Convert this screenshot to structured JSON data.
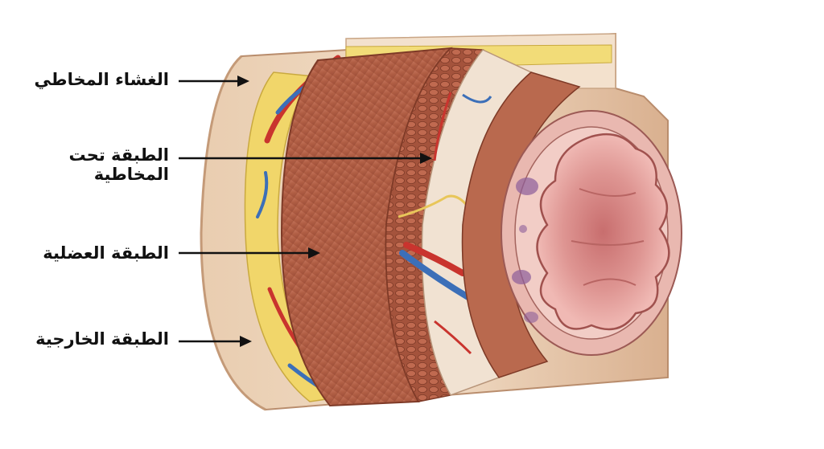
{
  "labels": {
    "mucosa": "الغشاء المخاطي",
    "submucosa_line1": "الطبقة تحت",
    "submucosa_line2": "المخاطية",
    "muscular": "الطبقة العضلية",
    "outer": "الطبقة الخارجية"
  },
  "colors": {
    "outer_layer": "#e8c9a8",
    "fat": "#f2d970",
    "muscle": "#b8664a",
    "submucosa": "#f1e2d2",
    "mucosa": "#e6a7a3",
    "lumen": "#d98a88",
    "artery": "#c9342e",
    "vein": "#3c6fb8",
    "nerve": "#e8c65a"
  }
}
